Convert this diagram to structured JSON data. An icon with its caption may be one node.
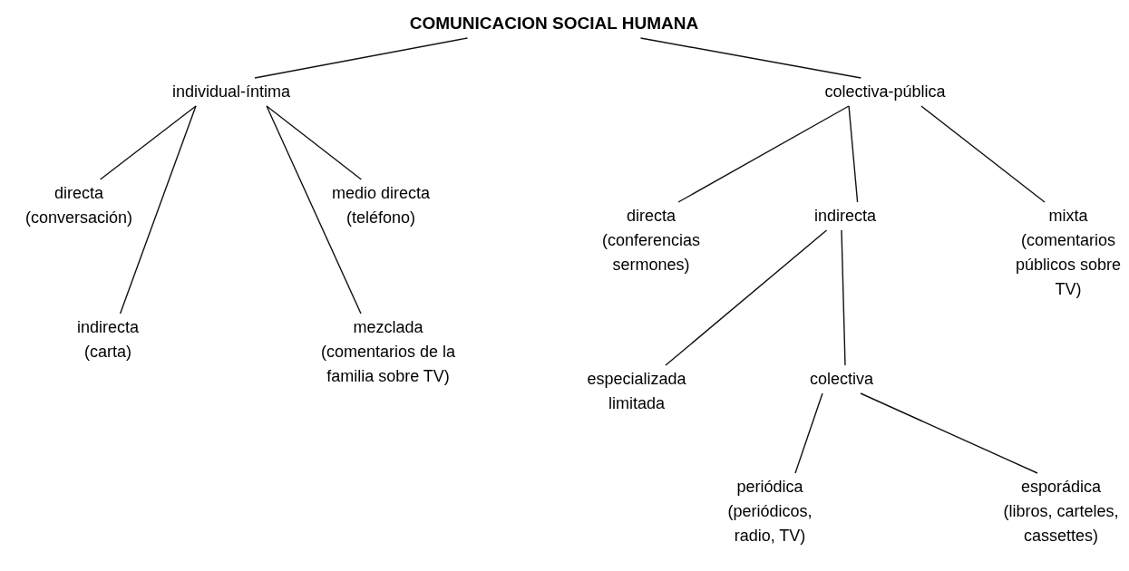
{
  "diagram": {
    "nodes": [
      {
        "text": [
          "COMUNICACION SOCIAL HUMANA"
        ]
      },
      {
        "text": [
          "individual-íntima"
        ]
      },
      {
        "text": [
          "colectiva-pública"
        ]
      },
      {
        "text": [
          "directa",
          "(conversación)"
        ]
      },
      {
        "text": [
          "medio directa",
          "(teléfono)"
        ]
      },
      {
        "text": [
          "indirecta",
          "(carta)"
        ]
      },
      {
        "text": [
          "mezclada",
          "(comentarios de la familia sobre TV)"
        ]
      },
      {
        "text": [
          "directa",
          "(conferencias sermones)"
        ]
      },
      {
        "text": [
          "indirecta"
        ]
      },
      {
        "text": [
          "mixta",
          "(comentarios públicos sobre TV)"
        ]
      },
      {
        "text": [
          "especializada limitada"
        ]
      },
      {
        "text": [
          "colectiva"
        ]
      },
      {
        "text": [
          "periódica",
          "(periódicos, radio, TV)"
        ]
      },
      {
        "text": [
          "esporádica",
          "(libros, carteles, cassettes)"
        ]
      }
    ],
    "edges": [
      {
        "from": 0,
        "to": 1,
        "arrow": "none"
      },
      {
        "from": 0,
        "to": 2,
        "arrow": "none"
      },
      {
        "from": 1,
        "to": 3,
        "arrow": "none"
      },
      {
        "from": 1,
        "to": 5,
        "arrow": "none"
      },
      {
        "from": 1,
        "to": 6,
        "arrow": "none"
      },
      {
        "from": 1,
        "to": 4,
        "arrow": "none"
      },
      {
        "from": 2,
        "to": 7,
        "arrow": "none"
      },
      {
        "from": 2,
        "to": 8,
        "arrow": "none"
      },
      {
        "from": 2,
        "to": 9,
        "arrow": "none"
      },
      {
        "from": 8,
        "to": 10,
        "arrow": "none"
      },
      {
        "from": 8,
        "to": 11,
        "arrow": "none"
      },
      {
        "from": 11,
        "to": 12,
        "arrow": "none"
      },
      {
        "from": 11,
        "to": 13,
        "arrow": "none"
      }
    ]
  }
}
